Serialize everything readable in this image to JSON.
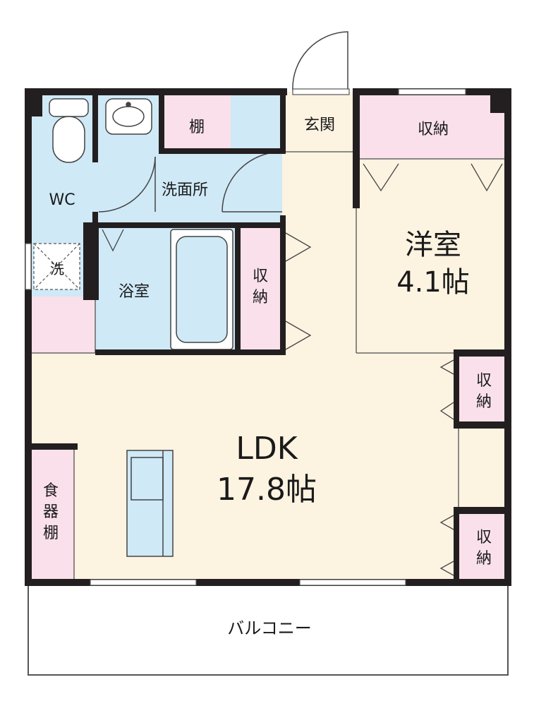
{
  "rooms": {
    "wc": "WC",
    "wash_mark": "洗",
    "shelf": "棚",
    "washroom": "洗面所",
    "bath": "浴室",
    "storage_hall": [
      "収",
      "納"
    ],
    "entrance": "玄関",
    "closet_top": "収納",
    "western_name": "洋室",
    "western_size": "4.1帖",
    "storage_right1": [
      "収",
      "納"
    ],
    "storage_right2": [
      "収",
      "納"
    ],
    "ldk_name": "LDK",
    "ldk_size": "17.8帖",
    "cupboard": [
      "食",
      "器",
      "棚"
    ],
    "balcony": "バルコニー"
  },
  "colors": {
    "wall": "#231f20",
    "wet_area": "#cfe9f7",
    "living": "#fdf3e1",
    "storage": "#f9e0ea",
    "balcony": "#ffffff",
    "line": "#555555"
  }
}
